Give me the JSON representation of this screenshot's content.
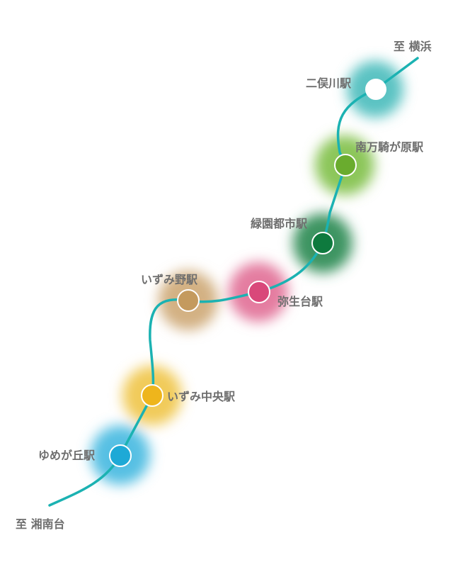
{
  "line": {
    "color": "#1bb2b2",
    "terminus_north": "至 横浜",
    "terminus_south": "至 湘南台"
  },
  "stations": [
    {
      "name": "二俣川駅",
      "color": "#ffffff",
      "glow": "#5bc3c3"
    },
    {
      "name": "南万騎が原駅",
      "color": "#6aac2e",
      "glow": "#8cc65a"
    },
    {
      "name": "緑園都市駅",
      "color": "#0e7a3e",
      "glow": "#3e9462"
    },
    {
      "name": "弥生台駅",
      "color": "#d9487a",
      "glow": "#e47da0"
    },
    {
      "name": "いずみ野駅",
      "color": "#c49a5e",
      "glow": "#d3b183"
    },
    {
      "name": "いずみ中央駅",
      "color": "#eeb51c",
      "glow": "#f1cb5a"
    },
    {
      "name": "ゆめが丘駅",
      "color": "#1ea9d6",
      "glow": "#56c0e3"
    }
  ]
}
